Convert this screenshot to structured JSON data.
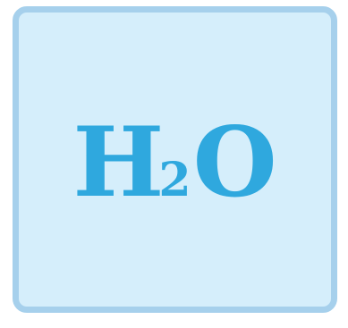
{
  "card": {
    "formula": {
      "element_1": "H",
      "subscript": "2",
      "element_2": "O"
    }
  },
  "colors": {
    "card_background": "#d5eefb",
    "card_border": "#a6d0ec",
    "text": "#2fa8de"
  }
}
